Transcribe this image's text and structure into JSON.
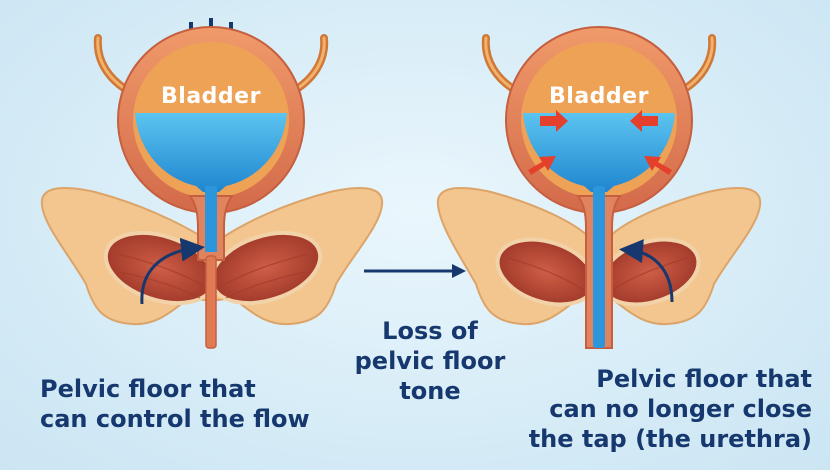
{
  "left_panel": {
    "bladder_label": "Bladder",
    "caption_line1": "Pelvic floor that",
    "caption_line2": "can control the flow"
  },
  "middle": {
    "line1": "Loss of",
    "line2": "pelvic floor",
    "line3": "tone"
  },
  "right_panel": {
    "bladder_label": "Bladder",
    "caption_line1": "Pelvic floor that",
    "caption_line2": "can no longer close",
    "caption_line3": "the tap (the urethra)"
  },
  "colors": {
    "navy": "#16386e",
    "bladder_wall": "#e0805a",
    "urine": "#3aa6e0",
    "muscle": "#b84a38",
    "pelvis": "#f2c68e",
    "pressure_arrow": "#e4402c"
  }
}
